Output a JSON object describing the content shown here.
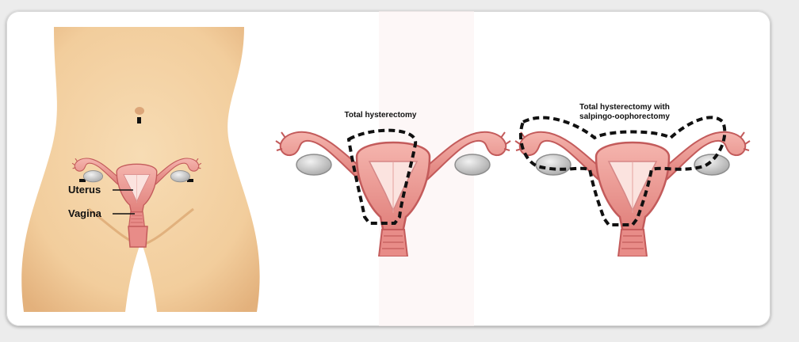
{
  "figure": {
    "labels": {
      "uterus": "Uterus",
      "vagina": "Vagina"
    },
    "panels": [
      {
        "title_lines": [
          "Total hysterectomy"
        ]
      },
      {
        "title_lines": [
          "Total hysterectomy with",
          "salpingo-oophorectomy"
        ]
      }
    ],
    "colors": {
      "skin": "#f4d2a4",
      "skin_shadow": "#e8bb86",
      "organ": "#f2a6a0",
      "organ_dark": "#c95a5a",
      "ovary": "#d6d6d6",
      "cut_line": "#111111"
    }
  }
}
